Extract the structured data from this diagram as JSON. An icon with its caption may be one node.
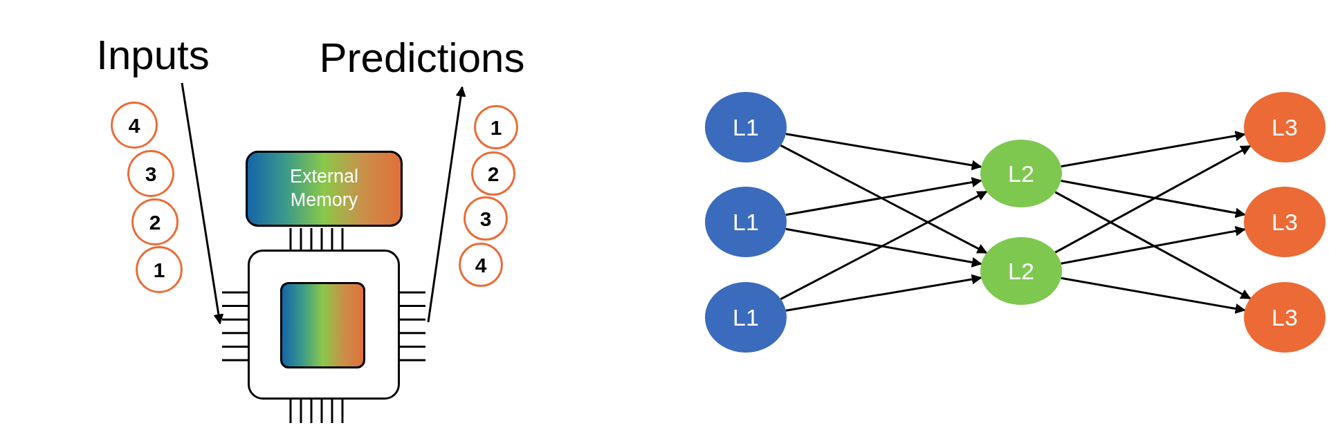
{
  "diagram": {
    "nodes": [
      {
        "text": [
          "Inputs"
        ]
      },
      {
        "text": [
          "4"
        ]
      },
      {
        "text": [
          "3"
        ]
      },
      {
        "text": [
          "2"
        ]
      },
      {
        "text": [
          "1"
        ]
      },
      {
        "text": [
          "Predictions"
        ]
      },
      {
        "text": [
          "1"
        ]
      },
      {
        "text": [
          "2"
        ]
      },
      {
        "text": [
          "3"
        ]
      },
      {
        "text": [
          "4"
        ]
      },
      {
        "text": [
          "External Memory"
        ]
      },
      {
        "text": [],
        "shape": "box"
      },
      {
        "text": [],
        "shape": "box",
        "in": 11
      },
      {
        "text": [
          "L1"
        ]
      },
      {
        "text": [
          "L1"
        ]
      },
      {
        "text": [
          "L1"
        ]
      },
      {
        "text": [
          "L2"
        ]
      },
      {
        "text": [
          "L2"
        ]
      },
      {
        "text": [
          "L3"
        ]
      },
      {
        "text": [
          "L3"
        ]
      },
      {
        "text": [
          "L3"
        ]
      }
    ],
    "edges": [
      {
        "from": 0,
        "to": 11,
        "arrow": "to"
      },
      {
        "from": 11,
        "to": 5,
        "arrow": "to"
      },
      {
        "from": 13,
        "to": 16,
        "arrow": "to"
      },
      {
        "from": 13,
        "to": 17,
        "arrow": "to"
      },
      {
        "from": 14,
        "to": 16,
        "arrow": "to"
      },
      {
        "from": 14,
        "to": 17,
        "arrow": "to"
      },
      {
        "from": 15,
        "to": 16,
        "arrow": "to"
      },
      {
        "from": 15,
        "to": 17,
        "arrow": "to"
      },
      {
        "from": 16,
        "to": 18,
        "arrow": "to"
      },
      {
        "from": 16,
        "to": 19,
        "arrow": "to"
      },
      {
        "from": 16,
        "to": 20,
        "arrow": "to"
      },
      {
        "from": 17,
        "to": 18,
        "arrow": "to"
      },
      {
        "from": 17,
        "to": 19,
        "arrow": "to"
      },
      {
        "from": 17,
        "to": 20,
        "arrow": "to"
      }
    ]
  }
}
